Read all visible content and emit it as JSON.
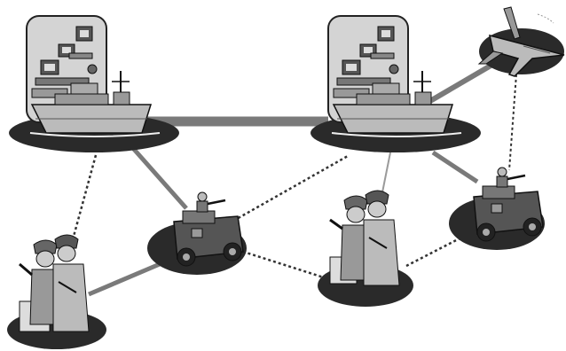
{
  "diagram": {
    "kind": "network-topology",
    "nodes": [
      {
        "id": "ship-1",
        "type": "ship-with-operations-console"
      },
      {
        "id": "ship-2",
        "type": "ship-with-operations-console"
      },
      {
        "id": "aircraft",
        "type": "fighter-jet"
      },
      {
        "id": "vehicle-1",
        "type": "armored-vehicle-with-gunner"
      },
      {
        "id": "vehicle-2",
        "type": "armored-vehicle-with-gunner"
      },
      {
        "id": "soldiers-1",
        "type": "soldier-pair"
      },
      {
        "id": "soldiers-2",
        "type": "soldier-pair"
      }
    ],
    "links": [
      {
        "from": "ship-1",
        "to": "ship-2",
        "style": "solid-thick"
      },
      {
        "from": "ship-2",
        "to": "aircraft",
        "style": "solid"
      },
      {
        "from": "ship-1",
        "to": "vehicle-1",
        "style": "solid"
      },
      {
        "from": "ship-2",
        "to": "vehicle-2",
        "style": "solid"
      },
      {
        "from": "ship-2",
        "to": "soldiers-2",
        "style": "solid-thin"
      },
      {
        "from": "vehicle-1",
        "to": "soldiers-1",
        "style": "solid"
      },
      {
        "from": "ship-1",
        "to": "soldiers-1",
        "style": "dotted"
      },
      {
        "from": "vehicle-1",
        "to": "ship-2",
        "style": "dotted"
      },
      {
        "from": "vehicle-1",
        "to": "soldiers-2",
        "style": "dotted"
      },
      {
        "from": "soldiers-2",
        "to": "vehicle-2",
        "style": "dotted"
      },
      {
        "from": "aircraft",
        "to": "vehicle-2",
        "style": "dotted"
      }
    ],
    "colors": {
      "platform": "#2a2a2a",
      "link": "#7a7a7a",
      "dotted_link": "#333333",
      "panel": "#d4d4d4"
    }
  }
}
